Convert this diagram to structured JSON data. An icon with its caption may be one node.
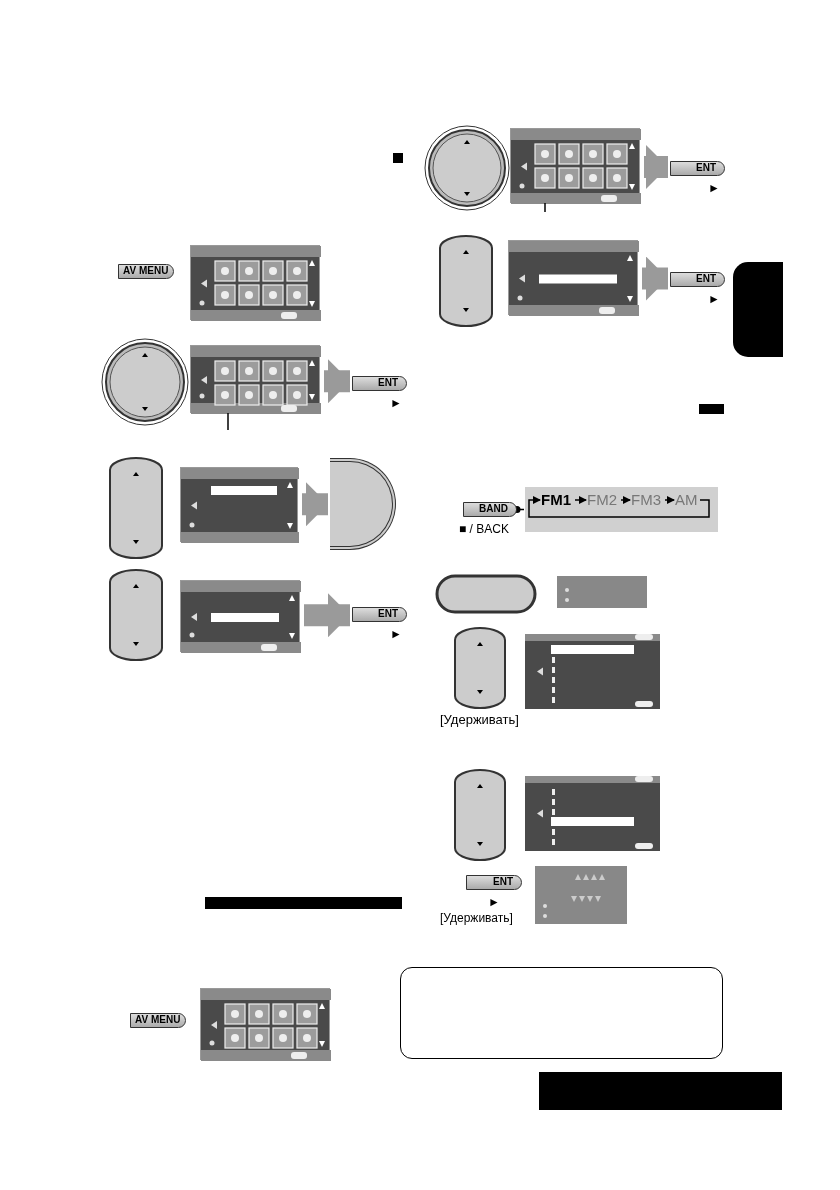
{
  "diagram": {
    "nodes": [
      {
        "text": [
          "AV MENU"
        ]
      },
      {
        "text": [],
        "shape": "screen"
      },
      {
        "text": [],
        "shape": "screen"
      },
      {
        "text": [
          "ENT"
        ],
        "beside": [
          "►"
        ]
      },
      {
        "text": [],
        "shape": "screen"
      },
      {
        "text": [],
        "shape": "dial"
      },
      {
        "text": [],
        "shape": "screen"
      },
      {
        "text": [
          "ENT"
        ],
        "beside": [
          "►"
        ]
      },
      {
        "text": [
          "AV MENU"
        ]
      },
      {
        "text": [],
        "shape": "screen"
      },
      {
        "text": [],
        "shape": "screen"
      },
      {
        "text": [
          "ENT"
        ],
        "beside": [
          "►"
        ]
      },
      {
        "text": [],
        "shape": "screen"
      },
      {
        "text": [
          "ENT"
        ],
        "beside": [
          "►"
        ]
      },
      {
        "text": [
          "BAND"
        ],
        "beside": [
          "■ / BACK"
        ]
      },
      {
        "text": [],
        "shape": "box"
      },
      {
        "text": [
          "FM1"
        ],
        "in": 15
      },
      {
        "text": [
          "FM2"
        ],
        "in": 15
      },
      {
        "text": [
          "FM3"
        ],
        "in": 15
      },
      {
        "text": [
          "AM"
        ],
        "in": 15
      },
      {
        "text": [
          "ENT"
        ],
        "beside": [
          "►",
          "[Удерживать]"
        ]
      },
      {
        "text": [],
        "shape": "box"
      },
      {
        "text": [],
        "shape": "box"
      }
    ],
    "edges": [
      {
        "from": 2,
        "to": 3,
        "arrow": "to",
        "style": "thick",
        "color": "#9a9a9a"
      },
      {
        "from": null,
        "to": 2,
        "arrow": "none"
      },
      {
        "from": 4,
        "to": 5,
        "arrow": "to",
        "style": "thick",
        "color": "#9a9a9a"
      },
      {
        "from": 6,
        "to": 7,
        "arrow": "to",
        "style": "thick",
        "color": "#9a9a9a"
      },
      {
        "from": 10,
        "to": 11,
        "arrow": "to",
        "style": "thick",
        "color": "#9a9a9a"
      },
      {
        "from": null,
        "to": 10,
        "arrow": "none"
      },
      {
        "from": 12,
        "to": 13,
        "arrow": "to",
        "style": "thick",
        "color": "#9a9a9a"
      },
      {
        "from": 14,
        "to": 15,
        "arrow": "other"
      },
      {
        "from": 16,
        "to": 17,
        "arrow": "to"
      },
      {
        "from": 17,
        "to": 18,
        "arrow": "to"
      },
      {
        "from": 18,
        "to": 19,
        "arrow": "to"
      },
      {
        "from": 19,
        "to": 16,
        "arrow": "to"
      }
    ],
    "labels": [
      "[Удерживать]"
    ]
  }
}
